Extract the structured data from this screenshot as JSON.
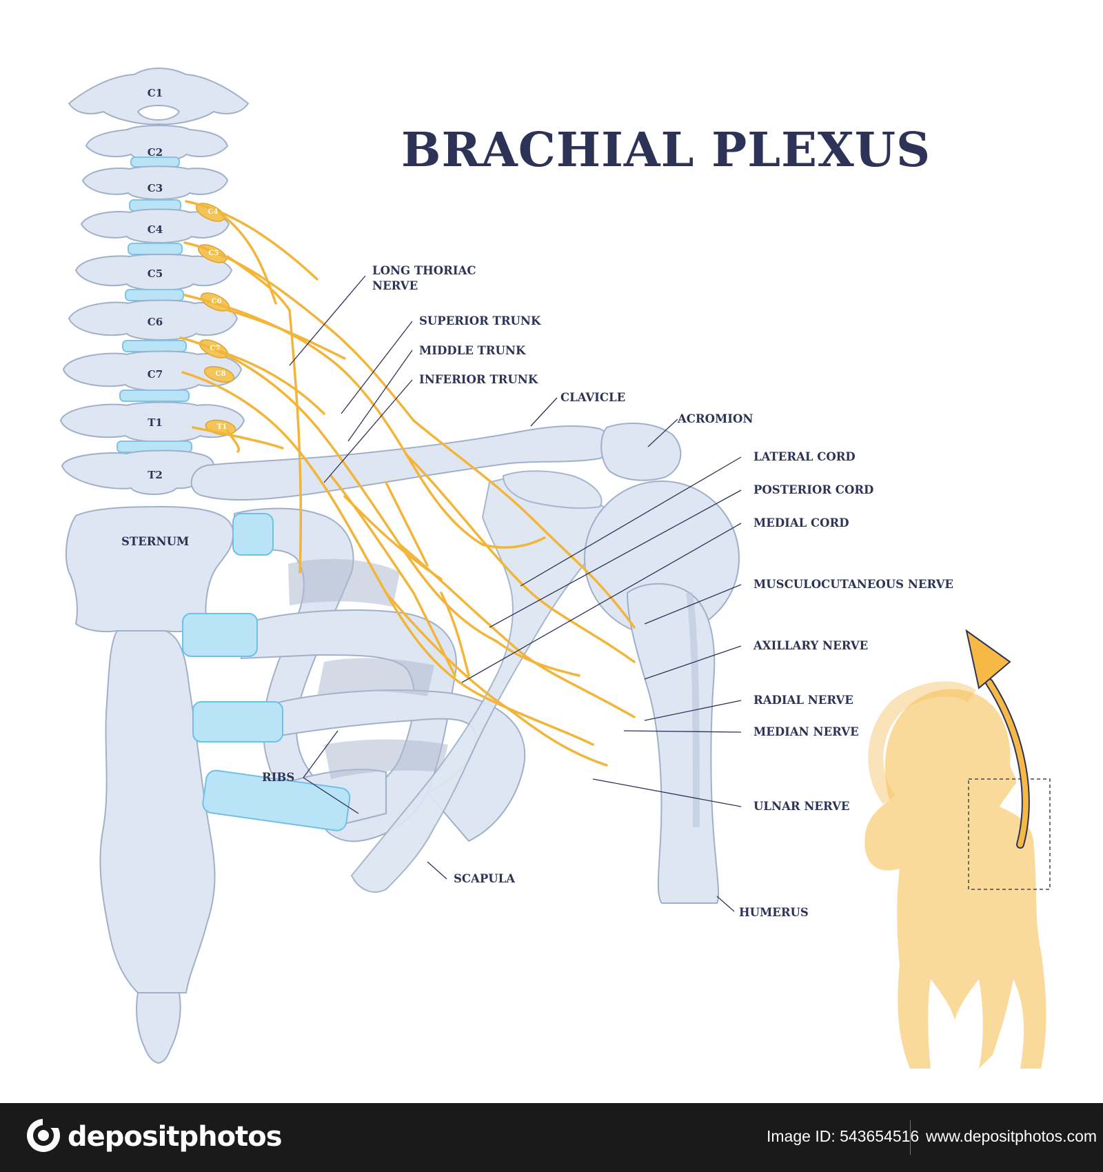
{
  "title": "BRACHIAL PLEXUS",
  "vertebrae": [
    "C1",
    "C2",
    "C3",
    "C4",
    "C5",
    "C6",
    "C7",
    "T1",
    "T2"
  ],
  "nerve_roots": [
    "C4",
    "C5",
    "C6",
    "C7",
    "C8",
    "T1"
  ],
  "labels": {
    "sternum": "STERNUM",
    "long_thoracic": [
      "LONG THORIAC",
      "NERVE"
    ],
    "superior_trunk": "SUPERIOR TRUNK",
    "middle_trunk": "MIDDLE TRUNK",
    "inferior_trunk": "INFERIOR TRUNK",
    "clavicle": "CLAVICLE",
    "acromion": "ACROMION",
    "lateral_cord": "LATERAL CORD",
    "posterior_cord": "POSTERIOR CORD",
    "medial_cord": "MEDIAL CORD",
    "musculocutaneous": "MUSCULOCUTANEOUS NERVE",
    "axillary": "AXILLARY NERVE",
    "radial": "RADIAL NERVE",
    "median": "MEDIAN NERVE",
    "ulnar": "ULNAR NERVE",
    "ribs": "RIBS",
    "scapula": "SCAPULA",
    "humerus": "HUMERUS"
  },
  "footer": {
    "brand": "depositphotos",
    "image_id": "Image ID: 543654516",
    "website": "www.depositphotos.com"
  },
  "colors": {
    "title": "#2d3356",
    "bone_fill": "#dde6f2",
    "bone_stroke": "#9fb0c8",
    "cartilage": "#b9e3f7",
    "nerve": "#f2b53a",
    "silhouette": "#f9cf7e",
    "footer_bg": "#1a1a1a"
  }
}
